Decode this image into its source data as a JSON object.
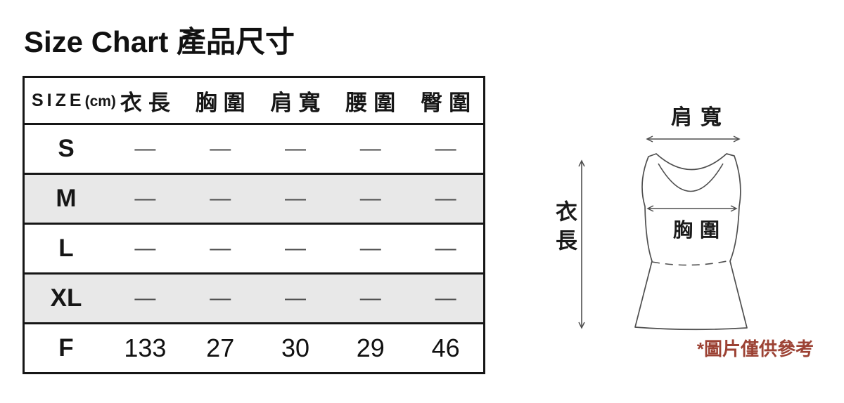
{
  "title": "Size Chart 產品尺寸",
  "table": {
    "size_header": "SIZE",
    "size_unit": "(cm)",
    "columns": [
      "衣長",
      "胸圍",
      "肩寬",
      "腰圍",
      "臀圍"
    ],
    "rows": [
      {
        "size": "S",
        "values": [
          "—",
          "—",
          "—",
          "—",
          "—"
        ]
      },
      {
        "size": "M",
        "values": [
          "—",
          "—",
          "—",
          "—",
          "—"
        ]
      },
      {
        "size": "L",
        "values": [
          "—",
          "—",
          "—",
          "—",
          "—"
        ]
      },
      {
        "size": "XL",
        "values": [
          "—",
          "—",
          "—",
          "—",
          "—"
        ]
      },
      {
        "size": "F",
        "values": [
          "133",
          "27",
          "30",
          "29",
          "46"
        ]
      }
    ]
  },
  "diagram": {
    "shoulder_width_label": "肩寬",
    "garment_length_label": "衣長",
    "chest_label": "胸圍",
    "disclaimer": "*圖片僅供參考"
  },
  "colors": {
    "row_shade": "#e8e8e8",
    "table_border": "#161616",
    "dash_gray": "#4d4d4d",
    "diagram_stroke": "#4f4f4f",
    "disclaimer_red": "#9c4234"
  }
}
